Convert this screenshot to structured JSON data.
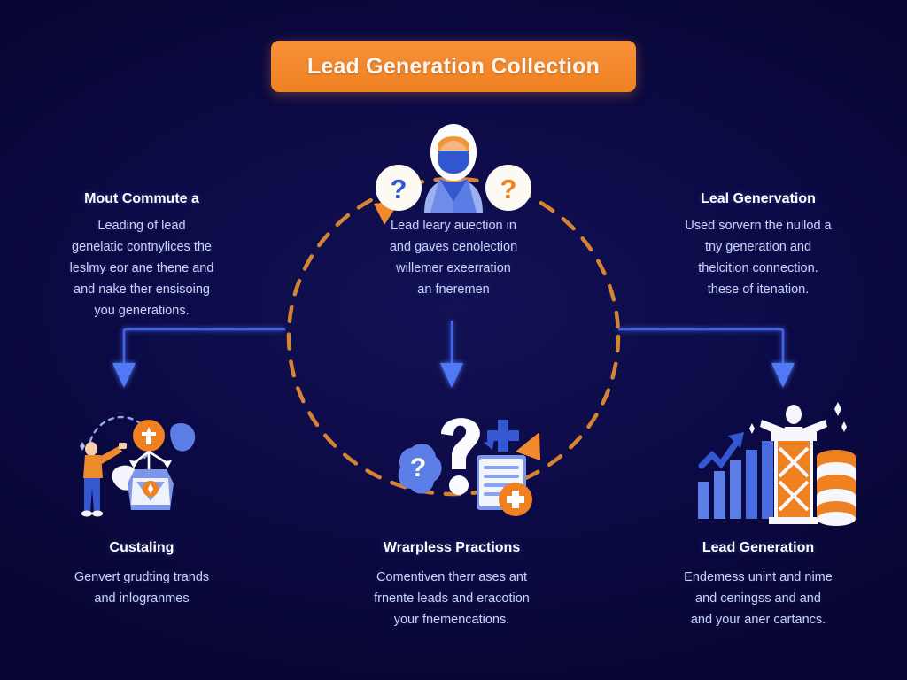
{
  "theme": {
    "background_navy": "#0c0a46",
    "accent_orange": "#ef8122",
    "accent_blue": "#3b5fe0",
    "heading_white": "#ffffff",
    "body_text": "#c9d3f2"
  },
  "header": {
    "title": "Lead Generation Collection"
  },
  "top_row": {
    "left": {
      "heading": "Mout Commute a",
      "lines": [
        "Leading of lead",
        "genelatic contnylices the",
        "leslmy eor ane thene and",
        "and nake ther ensisoing",
        "you generations."
      ]
    },
    "center": {
      "lines": [
        "Lead leary auection in",
        "and gaves cenolection",
        "willemer exeerration",
        "an fneremen"
      ]
    },
    "right": {
      "heading": "Leal Genervation",
      "lines": [
        "Used sorvern the nullod a",
        "tny generation and",
        "thelcition connection.",
        "these of itenation."
      ]
    }
  },
  "bottom_row": [
    {
      "heading": "Custaling",
      "lines": [
        "Genvert grudting trands",
        "and inlogranmes"
      ],
      "icon": "person-reaching-shapes-icon"
    },
    {
      "heading": "Wrarpless Practions",
      "lines": [
        "Comentiven therr ases ant",
        "frnente leads and eracotion",
        "your fnemencations."
      ],
      "icon": "question-mark-document-icon"
    },
    {
      "heading": "Lead Generation",
      "lines": [
        "Endemess unint and nime",
        "and ceningss and and",
        "and your aner cartancs."
      ],
      "icon": "growth-chart-coins-icon"
    }
  ],
  "icons": {
    "person": "person-with-question-bubbles-icon",
    "question_left": "question-mark-bubble-blue-icon",
    "question_right": "question-mark-bubble-orange-icon",
    "cycle": "dashed-circular-arrow-icon",
    "connector": "down-arrow-connector-icon"
  }
}
